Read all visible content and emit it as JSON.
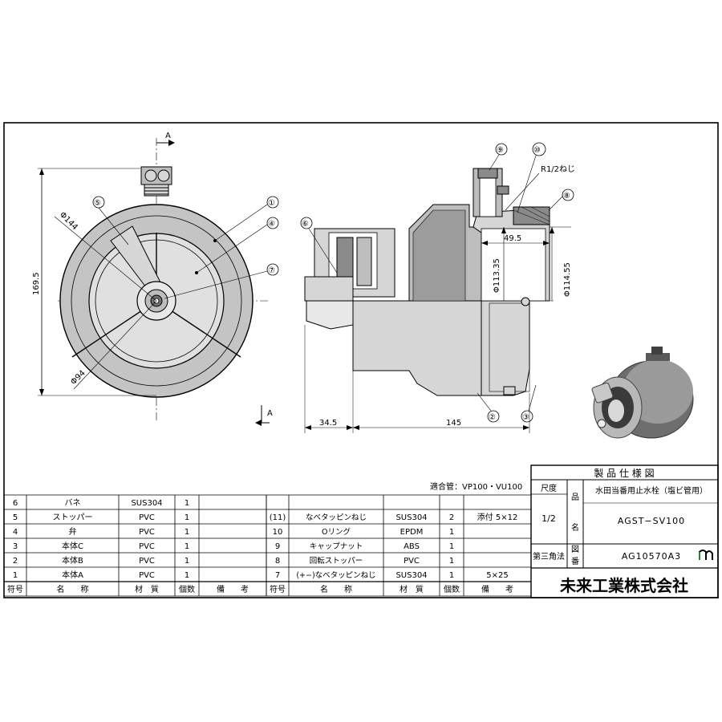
{
  "section_mark": "A",
  "dims": {
    "d144": "Φ144",
    "d94": "Φ94",
    "h169": "169.5",
    "r_half": "R1/2ねじ",
    "d49": "49.5",
    "d113": "Φ113.35",
    "d114": "Φ114.55",
    "d34": "34.5",
    "d145": "145"
  },
  "balloons": [
    "①",
    "②",
    "③",
    "④",
    "⑤",
    "⑥",
    "⑦",
    "⑧",
    "⑨",
    "⑩"
  ],
  "applicable_pipe": "適合管：VP100・VU100",
  "title_block": {
    "header": "製 品 仕 様 図",
    "scale_label": "尺度",
    "scale_value": "1/2",
    "projection": "第三角法",
    "name_label_1": "品",
    "name_label_2": "名",
    "product_name": "水田当番用止水栓（塩ビ管用）",
    "product_code": "AGST−SV100",
    "drawing_label_1": "図",
    "drawing_label_2": "番",
    "drawing_number": "AG10570A3",
    "company": "未来工業株式会社"
  },
  "parts_header": {
    "no": "符号",
    "name": "名　　称",
    "material": "材　質",
    "qty": "個数",
    "note": "備　　考"
  },
  "parts_left": [
    {
      "no": "6",
      "name": "バネ",
      "material": "SUS304",
      "qty": "1",
      "note": ""
    },
    {
      "no": "5",
      "name": "ストッパー",
      "material": "PVC",
      "qty": "1",
      "note": ""
    },
    {
      "no": "4",
      "name": "弁",
      "material": "PVC",
      "qty": "1",
      "note": ""
    },
    {
      "no": "3",
      "name": "本体C",
      "material": "PVC",
      "qty": "1",
      "note": ""
    },
    {
      "no": "2",
      "name": "本体B",
      "material": "PVC",
      "qty": "1",
      "note": ""
    },
    {
      "no": "1",
      "name": "本体A",
      "material": "PVC",
      "qty": "1",
      "note": ""
    }
  ],
  "parts_right": [
    {
      "no": "",
      "name": "",
      "material": "",
      "qty": "",
      "note": ""
    },
    {
      "no": "(11)",
      "name": "なベタッピンねじ",
      "material": "SUS304",
      "qty": "2",
      "note": "添付 5×12"
    },
    {
      "no": "10",
      "name": "Oリング",
      "material": "EPDM",
      "qty": "1",
      "note": ""
    },
    {
      "no": "9",
      "name": "キャップナット",
      "material": "ABS",
      "qty": "1",
      "note": ""
    },
    {
      "no": "8",
      "name": "回転ストッパー",
      "material": "PVC",
      "qty": "1",
      "note": ""
    },
    {
      "no": "7",
      "name": "(+−)なベタッピンねじ",
      "material": "SUS304",
      "qty": "1",
      "note": "5×25"
    }
  ]
}
